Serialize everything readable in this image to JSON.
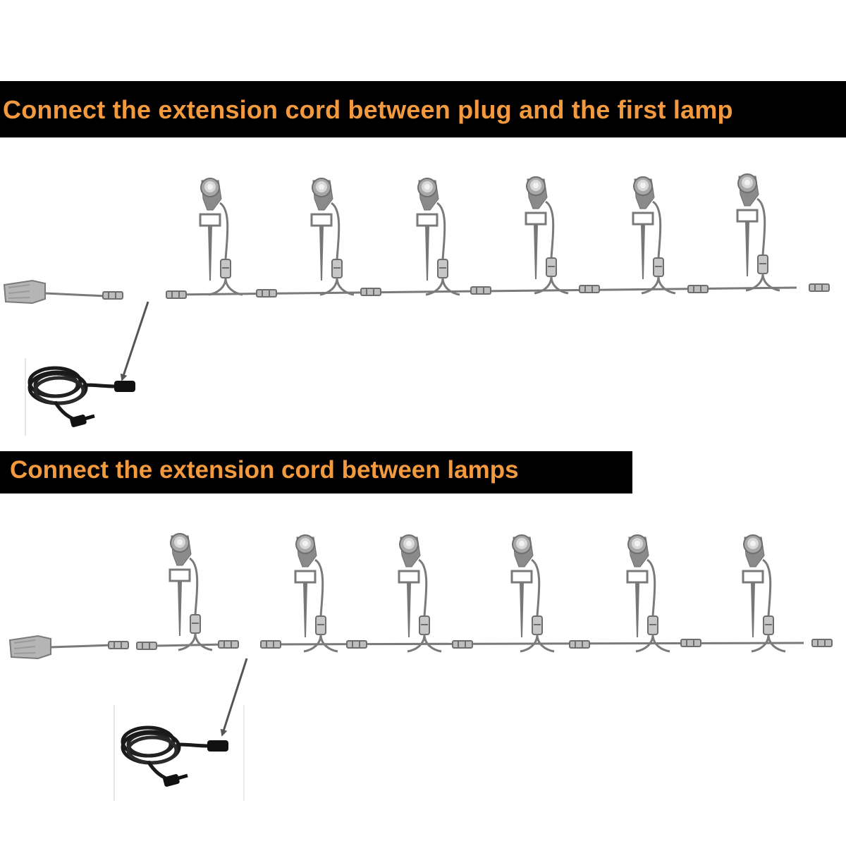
{
  "banners": [
    {
      "text": "Connect the extension cord between plug and the first lamp"
    },
    {
      "text": "Connect the extension cord between lamps"
    }
  ],
  "colors": {
    "banner_bg": "#000000",
    "banner_text": "#f39a3f",
    "lamp_gray": "#7a7a7a",
    "lamp_light": "#bdbdbd",
    "cord_black": "#1a1a1a",
    "arrow": "#555555"
  },
  "icons": {
    "power_adapter": "power-adapter-icon",
    "spotlight": "spotlight-icon",
    "extension_cord": "extension-cord-icon",
    "arrow": "arrow-icon"
  },
  "diagrams": [
    {
      "lamp_count": 6,
      "extension_position": "between plug and first lamp"
    },
    {
      "lamp_count": 6,
      "extension_position": "between lamps"
    }
  ]
}
